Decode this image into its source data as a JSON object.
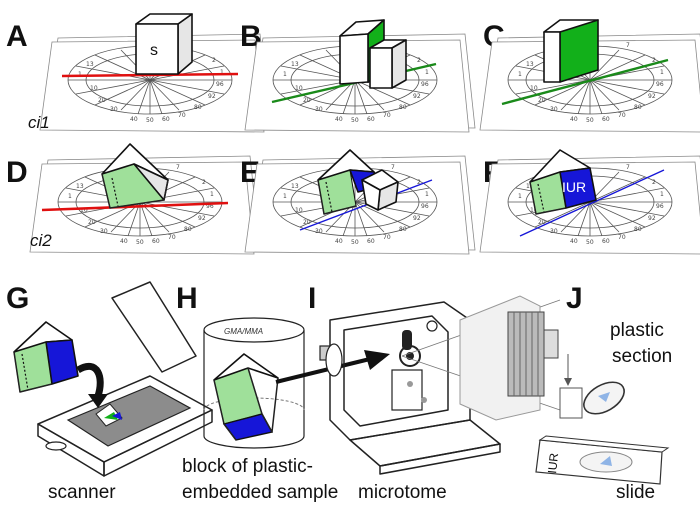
{
  "panels": {
    "A": {
      "letter": "A",
      "box_label": "s"
    },
    "B": {
      "letter": "B"
    },
    "C": {
      "letter": "C"
    },
    "D": {
      "letter": "D"
    },
    "E": {
      "letter": "E"
    },
    "F": {
      "letter": "F",
      "face_label": "IUR"
    },
    "G": {
      "letter": "G",
      "caption": "scanner"
    },
    "H": {
      "letter": "H",
      "caption_line1": "block of plastic-",
      "caption_line2": "embedded sample",
      "container_label": "GMA/MMA"
    },
    "I": {
      "letter": "I",
      "caption": "microtome"
    },
    "J": {
      "letter": "J",
      "caption_top_line1": "plastic",
      "caption_top_line2": "section",
      "caption_bottom": "slide",
      "slide_label": "IUR"
    }
  },
  "row_labels": {
    "ci1": "ci1",
    "ci2": "ci2"
  },
  "colors": {
    "red_line": "#e01010",
    "green_line": "#1a8a1a",
    "blue_line": "#1616d8",
    "green_face": "#12b01a",
    "light_green": "#9fe09a",
    "blue_face": "#1616d8"
  }
}
